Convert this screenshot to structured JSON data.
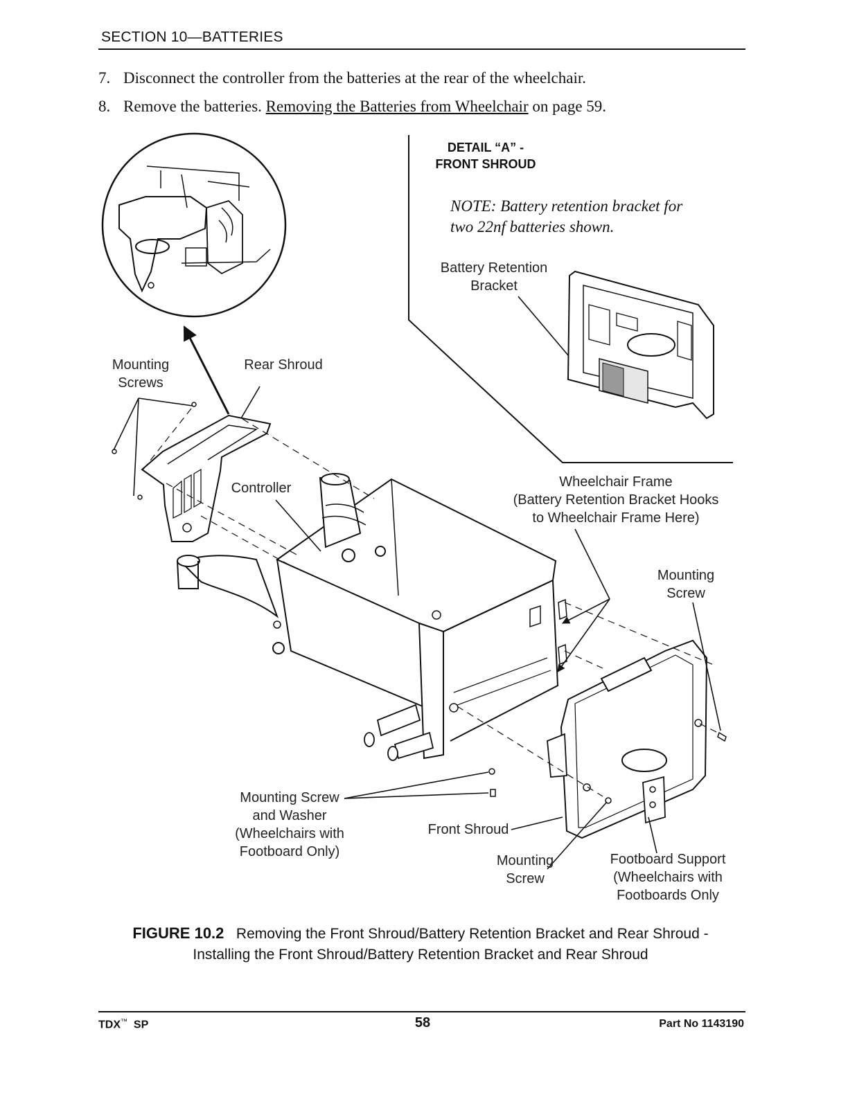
{
  "header": {
    "section_title": "SECTION 10—BATTERIES"
  },
  "steps": [
    {
      "number": "7.",
      "text": "Disconnect the controller from the batteries at the rear of the wheelchair."
    },
    {
      "number": "8.",
      "text_before": "Remove the batteries. ",
      "link_text": "Removing the Batteries from Wheelchair",
      "text_after": " on page 59."
    }
  ],
  "figure": {
    "detail_title_line1": "DETAIL “A” -",
    "detail_title_line2": "FRONT SHROUD",
    "note_line1": "NOTE: Battery retention bracket for",
    "note_line2": "two 22nf batteries shown.",
    "labels": {
      "battery_retention_bracket": [
        "Battery Retention",
        "Bracket"
      ],
      "mounting_screws": [
        "Mounting",
        "Screws"
      ],
      "rear_shroud": [
        "Rear Shroud"
      ],
      "controller": [
        "Controller"
      ],
      "wheelchair_frame": [
        "Wheelchair Frame",
        "(Battery Retention Bracket Hooks",
        "to Wheelchair Frame Here)"
      ],
      "mounting_screw_right": [
        "Mounting",
        "Screw"
      ],
      "mounting_screw_washer": [
        "Mounting Screw",
        "and Washer",
        "(Wheelchairs with",
        "Footboard Only)"
      ],
      "front_shroud": [
        "Front Shroud"
      ],
      "mounting_screw_bottom": [
        "Mounting",
        "Screw"
      ],
      "footboard_support": [
        "Footboard Support",
        "(Wheelchairs with",
        "Footboards Only"
      ]
    }
  },
  "caption": {
    "figure_number": "FIGURE 10.2",
    "line1": "Removing the Front Shroud/Battery Retention Bracket and Rear Shroud -",
    "line2": "Installing the Front Shroud/Battery Retention Bracket and Rear Shroud"
  },
  "footer": {
    "product": "TDX",
    "trademark": "™",
    "product_suffix": "SP",
    "page_number": "58",
    "part_number": "Part No 1143190"
  }
}
